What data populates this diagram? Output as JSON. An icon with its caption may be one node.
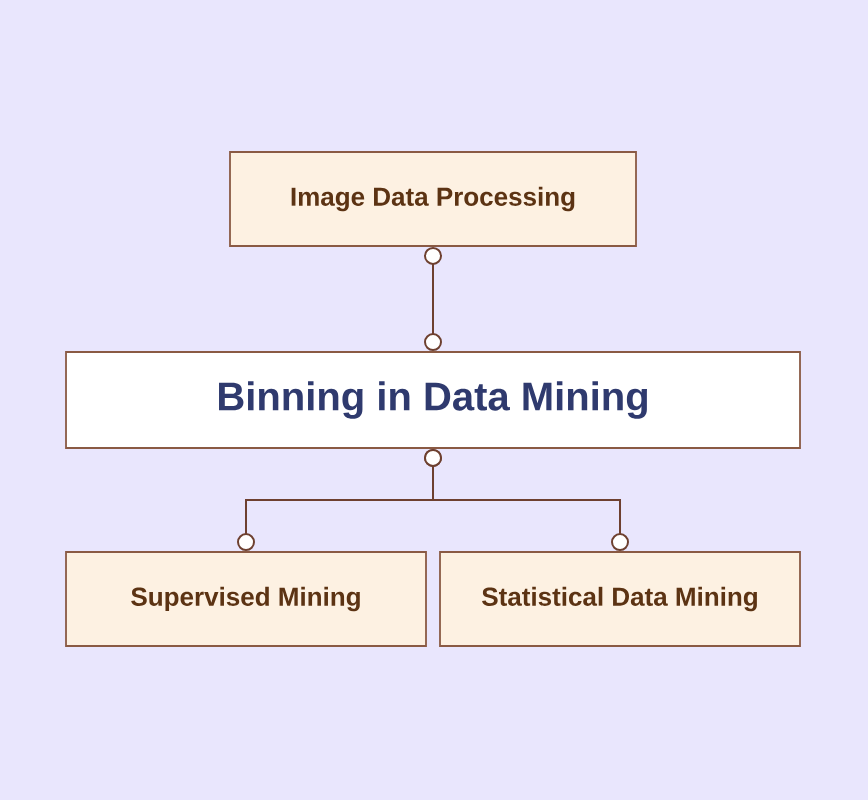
{
  "diagram": {
    "nodes": [
      {
        "text": [
          "Image Data Processing"
        ]
      },
      {
        "text": [
          "Binning in Data Mining"
        ]
      },
      {
        "text": [
          "Supervised Mining"
        ]
      },
      {
        "text": [
          "Statistical Data Mining"
        ]
      }
    ],
    "edges": [
      {
        "from": 0,
        "to": 1,
        "arrow": "other"
      },
      {
        "from": 1,
        "to": 2,
        "arrow": "other"
      },
      {
        "from": 1,
        "to": 3,
        "arrow": "other"
      }
    ]
  }
}
